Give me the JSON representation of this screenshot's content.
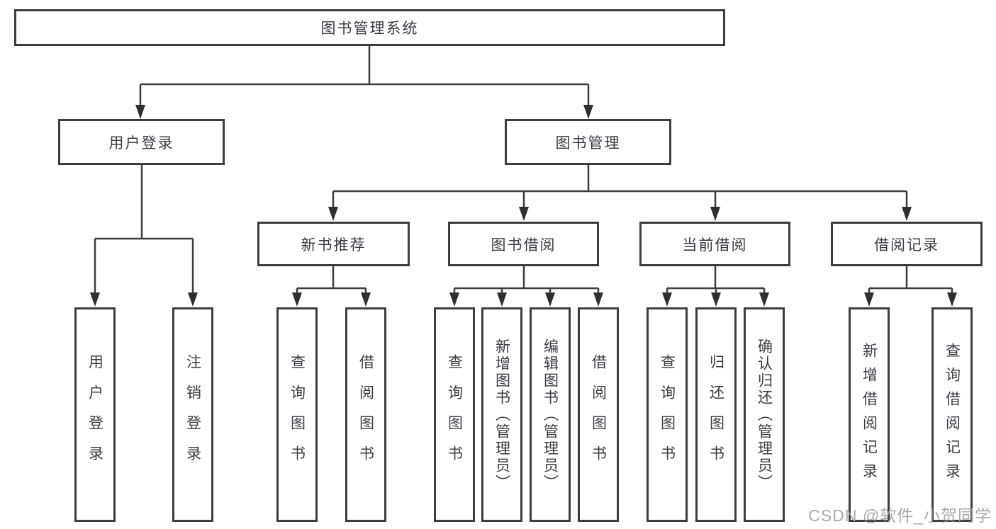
{
  "tree": {
    "root": {
      "label": "图书管理系统",
      "children": [
        {
          "label": "用户登录",
          "children": [
            {
              "label": "用户登录"
            },
            {
              "label": "注销登录"
            }
          ]
        },
        {
          "label": "图书管理",
          "children": [
            {
              "label": "新书推荐",
              "children": [
                {
                  "label": "查询图书"
                },
                {
                  "label": "借阅图书"
                }
              ]
            },
            {
              "label": "图书借阅",
              "children": [
                {
                  "label": "查询图书"
                },
                {
                  "label": "新增图书（管理员）"
                },
                {
                  "label": "编辑图书（管理员）"
                },
                {
                  "label": "借阅图书"
                }
              ]
            },
            {
              "label": "当前借阅",
              "children": [
                {
                  "label": "查询图书"
                },
                {
                  "label": "归还图书"
                },
                {
                  "label": "确认归还（管理员）"
                }
              ]
            },
            {
              "label": "借阅记录",
              "children": [
                {
                  "label": "新增借阅记录"
                },
                {
                  "label": "查询借阅记录"
                }
              ]
            }
          ]
        }
      ]
    }
  },
  "colors": {
    "line": "#3d3d3d",
    "arrow": "#2f2f2f",
    "text": "#3a3d44",
    "watermark": "#9c9ca4"
  },
  "watermark": "CSDN @软件_小贺同学"
}
